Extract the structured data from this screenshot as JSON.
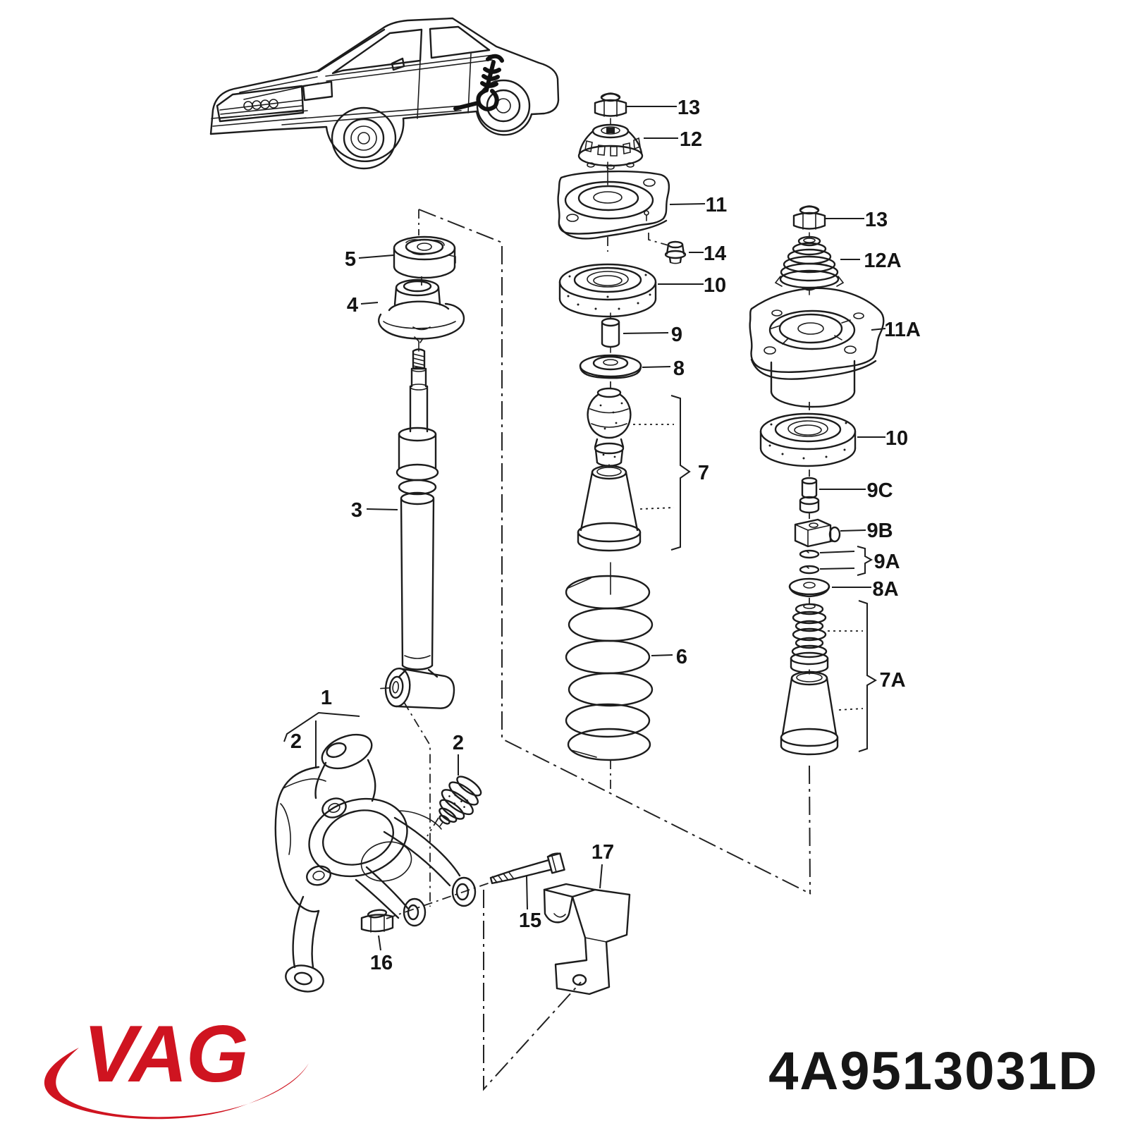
{
  "branding": {
    "logo_text": "VAG",
    "logo_color": "#cf1420",
    "part_number": "4A9513031D"
  },
  "diagram": {
    "line_color": "#1c1c1c",
    "background": "#ffffff"
  },
  "callouts": {
    "c1": "1",
    "c2_left": "2",
    "c2_right": "2",
    "c3": "3",
    "c4": "4",
    "c5": "5",
    "c6": "6",
    "c7": "7",
    "c7a": "7A",
    "c8": "8",
    "c8a": "8A",
    "c9": "9",
    "c9a": "9A",
    "c9b": "9B",
    "c9c": "9C",
    "c10_mid": "10",
    "c10_right": "10",
    "c11": "11",
    "c11a": "11A",
    "c12": "12",
    "c12a": "12A",
    "c13_mid": "13",
    "c13_right": "13",
    "c14": "14",
    "c15": "15",
    "c16": "16",
    "c17": "17"
  }
}
